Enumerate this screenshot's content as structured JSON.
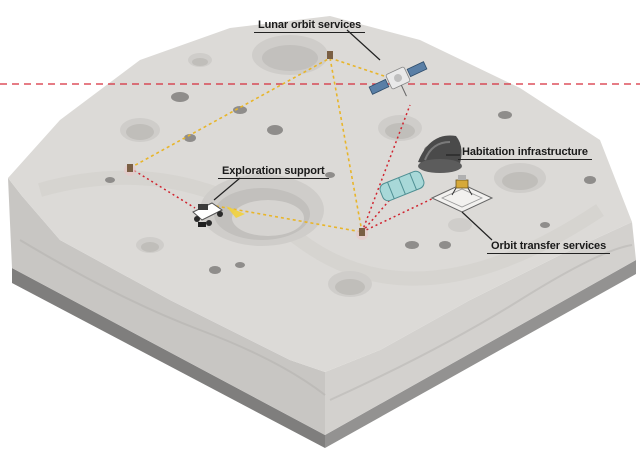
{
  "labels": {
    "lunar_orbit": "Lunar orbit services",
    "habitation": "Habitation infrastructure",
    "exploration": "Exploration support",
    "orbit_transfer": "Orbit transfer services"
  },
  "colors": {
    "surface": "#dcdad7",
    "surface_top_light": "#e6e4e1",
    "side_front": "#c9c7c4",
    "side_right": "#d2d0cd",
    "base": "#8c8b8a",
    "orbit_line": "#d62e3c",
    "yellow_link": "#e8b52a",
    "red_link": "#d0242f",
    "crater_rim": "#cfcdca",
    "crater_floor": "#c3c1be",
    "rock": "#8f8d8b"
  },
  "icons": [
    "satellite-icon",
    "rover-icon",
    "habitat-dome-icon",
    "habitat-module-icon",
    "lander-icon",
    "beacon-icon"
  ]
}
